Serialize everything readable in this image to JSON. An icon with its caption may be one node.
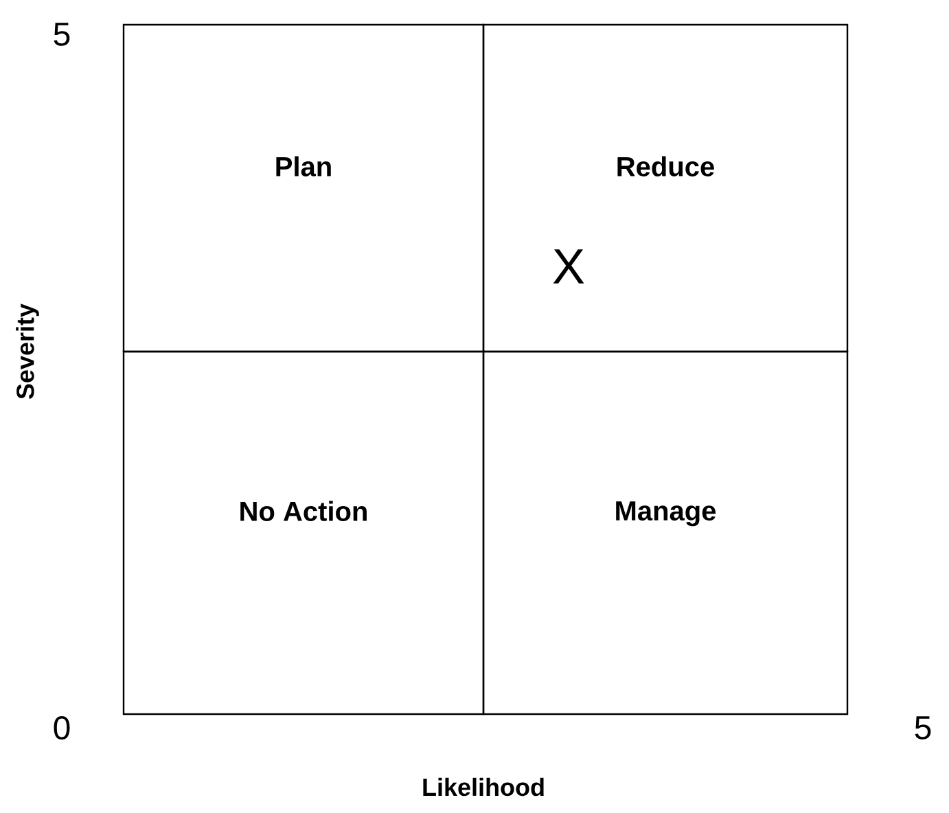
{
  "diagram": {
    "nodes": [
      {
        "text": [
          "Plan"
        ]
      },
      {
        "text": [
          "Reduce"
        ]
      },
      {
        "text": [
          "No Action"
        ]
      },
      {
        "text": [
          "Manage"
        ]
      }
    ],
    "labels": [
      "5",
      "X",
      "Severity",
      "0",
      "5",
      "Likelihood"
    ]
  }
}
